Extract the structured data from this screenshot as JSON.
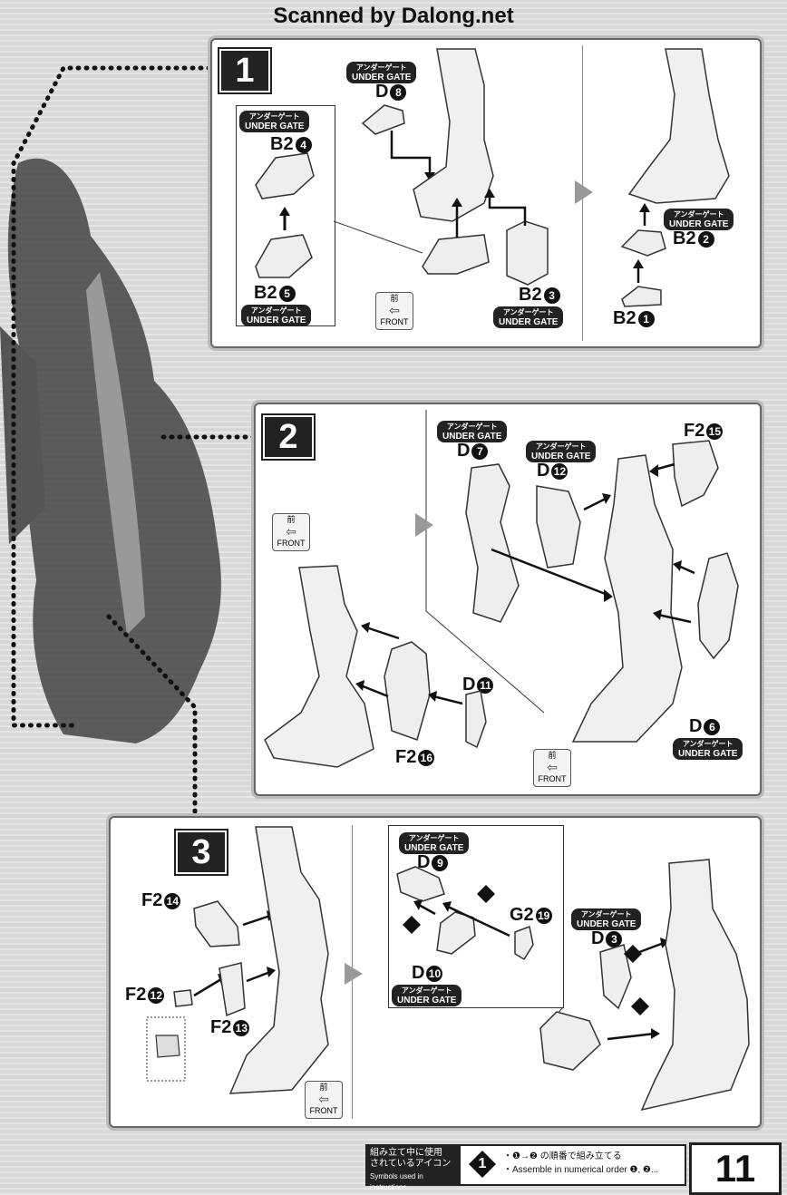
{
  "header": {
    "title": "Scanned by Dalong.net"
  },
  "labels": {
    "ug_jp": "アンダーゲート",
    "ug_en": "UNDER GATE",
    "front_jp": "前",
    "front_en": "FRONT"
  },
  "step1": {
    "number": "1",
    "parts": {
      "d8": "D",
      "d8n": "8",
      "b24": "B2",
      "b24n": "4",
      "b25": "B2",
      "b25n": "5",
      "b23": "B2",
      "b23n": "3",
      "b22": "B2",
      "b22n": "2",
      "b21": "B2",
      "b21n": "1"
    }
  },
  "step2": {
    "number": "2",
    "parts": {
      "d7": "D",
      "d7n": "7",
      "d12": "D",
      "d12n": "12",
      "f215": "F2",
      "f215n": "15",
      "d11": "D",
      "d11n": "11",
      "f216": "F2",
      "f216n": "16",
      "d6": "D",
      "d6n": "6"
    }
  },
  "step3": {
    "number": "3",
    "parts": {
      "f214": "F2",
      "f214n": "14",
      "f212": "F2",
      "f212n": "12",
      "f213": "F2",
      "f213n": "13",
      "d9": "D",
      "d9n": "9",
      "d10": "D",
      "d10n": "10",
      "g219": "G2",
      "g219n": "19",
      "d3": "D",
      "d3n": "3"
    },
    "order": {
      "one": "1",
      "two": "2"
    }
  },
  "symbols": {
    "label_jp1": "組み立て中に使用",
    "label_jp2": "されているアイコン",
    "label_en": "Symbols used in instructions",
    "icon_num": "1",
    "desc_jp": "・❶→❷ の順番で組み立てる",
    "desc_en": "・Assemble in numerical order ❶, ❷..."
  },
  "page": {
    "number": "11"
  }
}
